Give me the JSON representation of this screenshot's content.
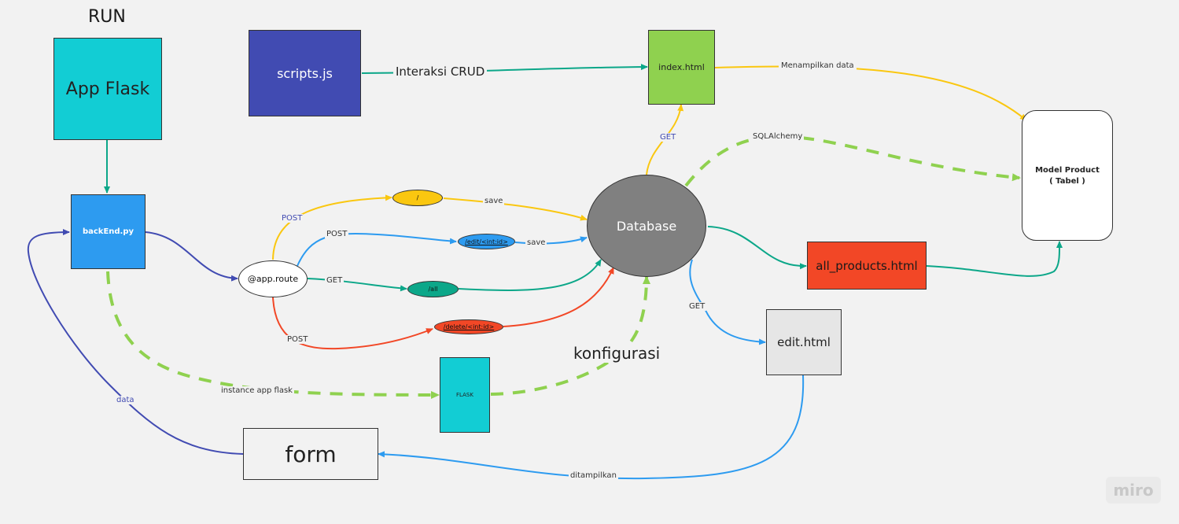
{
  "title": "RUN",
  "nodes": {
    "app_flask": "App Flask",
    "scripts_js": "scripts.js",
    "index_html": "index.html",
    "backend_py": "backEnd.py",
    "app_route": "@app.route",
    "database": "Database",
    "model_product_line1": "Model Product",
    "model_product_line2": "( Tabel )",
    "all_products": "all_products.html",
    "edit_html": "edit.html",
    "flask": "FLASK",
    "form": "form"
  },
  "routes": {
    "root": "/",
    "edit": "/edit/<int:id>",
    "all": "/all",
    "delete": "/delete/<int:id>"
  },
  "edge_labels": {
    "interaksi_crud": "Interaksi CRUD",
    "menampilkan_data": "Menampilkan data",
    "get_index": "GET",
    "sqlalchemy": "SQLAlchemy",
    "post_root": "POST",
    "save_root": "save",
    "post_edit": "POST",
    "save_edit": "save",
    "get_all": "GET",
    "post_delete": "POST",
    "get_edit": "GET",
    "konfigurasi": "konfigurasi",
    "instance_app_flask": "instance app flask",
    "data": "data",
    "ditampilkan": "ditampilkan"
  },
  "watermark": "miro",
  "colors": {
    "teal": "#12cdd4",
    "indigo": "#414bb2",
    "green": "#8fd14f",
    "blue": "#2d9bf0",
    "red": "#f24726",
    "darkteal": "#0ca789",
    "yellow": "#fac710",
    "gray": "#808080",
    "lightgray": "#e6e6e6"
  }
}
